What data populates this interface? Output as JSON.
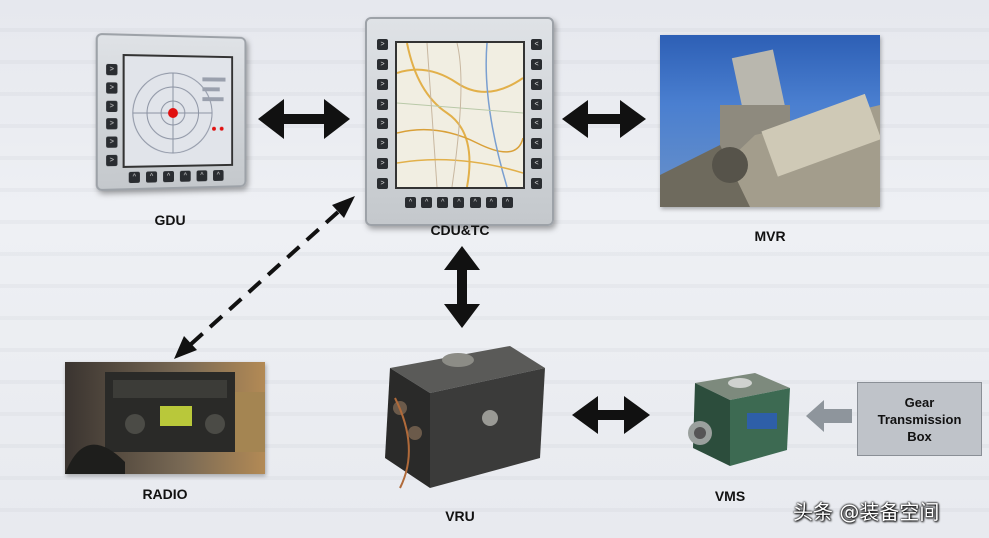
{
  "nodes": {
    "gdu": "GDU",
    "cdu": "CDU&TC",
    "mvr": "MVR",
    "radio": "RADIO",
    "vru": "VRU",
    "vms": "VMS"
  },
  "gear_box": "Gear\nTransmission\nBox",
  "watermark": "头条 @装备空间",
  "colors": {
    "arrow": "#111111",
    "gear_arrow": "#8e959c",
    "gear_box": "#bfc3c9"
  }
}
